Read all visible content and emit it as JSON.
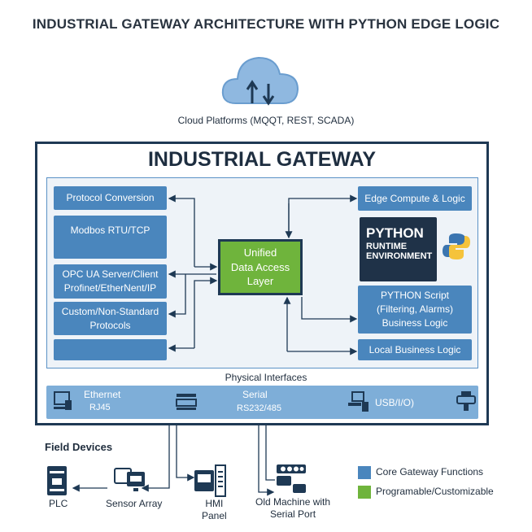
{
  "title": "INDUSTRIAL GATEWAY ARCHITECTURE WITH PYTHON EDGE LOGIC",
  "cloud": {
    "label": "Cloud Platforms (MQQT, REST, SCADA)",
    "icon": "cloud-sync-icon"
  },
  "gateway": {
    "title": "INDUSTRIAL GATEWAY",
    "left_boxes": [
      "Protocol Conversion",
      "Modbos RTU/TCP",
      "OPC UA Server/Client\nProfinet/EtherNent/IP",
      "Custom/Non-Standard\nProtocols",
      ""
    ],
    "center": "Unified\nData Access\nLayer",
    "right": {
      "edge": "Edge Compute & Logic",
      "python_title": "PYTHON",
      "python_sub1": "RUNTIME",
      "python_sub2": "ENVIRONMENT",
      "script": "PYTHON Script\n(Filtering, Alarms)\nBusiness Logic",
      "local": "Local Business Logic"
    },
    "physical": {
      "label": "Physical Interfaces",
      "ethernet": "Ethernet",
      "ethernet_sub": "RJ45",
      "serial": "Serial",
      "serial_sub": "RS232/485",
      "usb": "USB/I/O)"
    }
  },
  "field": {
    "title": "Field Devices",
    "devices": [
      "PLC",
      "Sensor Array",
      "HMI\nPanel",
      "Old Machine with\nSerial Port"
    ]
  },
  "legend": [
    {
      "label": "Core Gateway Functions",
      "color": "#4a86bd"
    },
    {
      "label": "Programable/Customizable",
      "color": "#6fb43c"
    }
  ]
}
